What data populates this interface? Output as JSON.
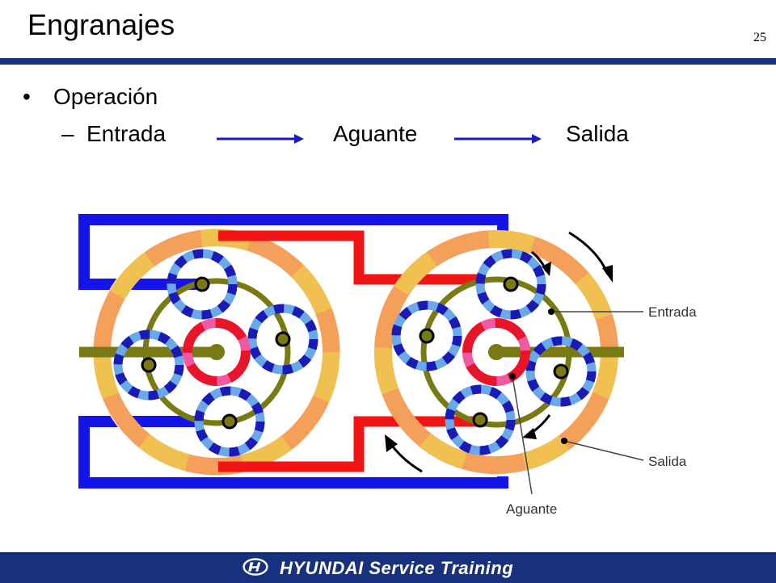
{
  "slide": {
    "title": "Engranajes",
    "page_number": "25",
    "bullet": "Operación",
    "flow": {
      "dash": "–",
      "step1": "Entrada",
      "step2": "Aguante",
      "step3": "Salida"
    }
  },
  "diagram": {
    "label_input": "Entrada",
    "label_output": "Salida",
    "label_hold": "Aguante"
  },
  "footer": {
    "brand": "HYUNDAI",
    "service": "Service",
    "training": "Training"
  },
  "colors": {
    "title_bar": "#17317f",
    "arrow": "#1a1ac8",
    "carrier": "#7a7a14",
    "ring_orange": "#f4a05a",
    "ring_yellow": "#f0c050",
    "planet_dark": "#1a1ab4",
    "planet_light": "#6aa8e8",
    "sun_red": "#e8142a",
    "sun_pink": "#f05aa0",
    "shaft_blue": "#1414e8",
    "shaft_red": "#f01414"
  }
}
